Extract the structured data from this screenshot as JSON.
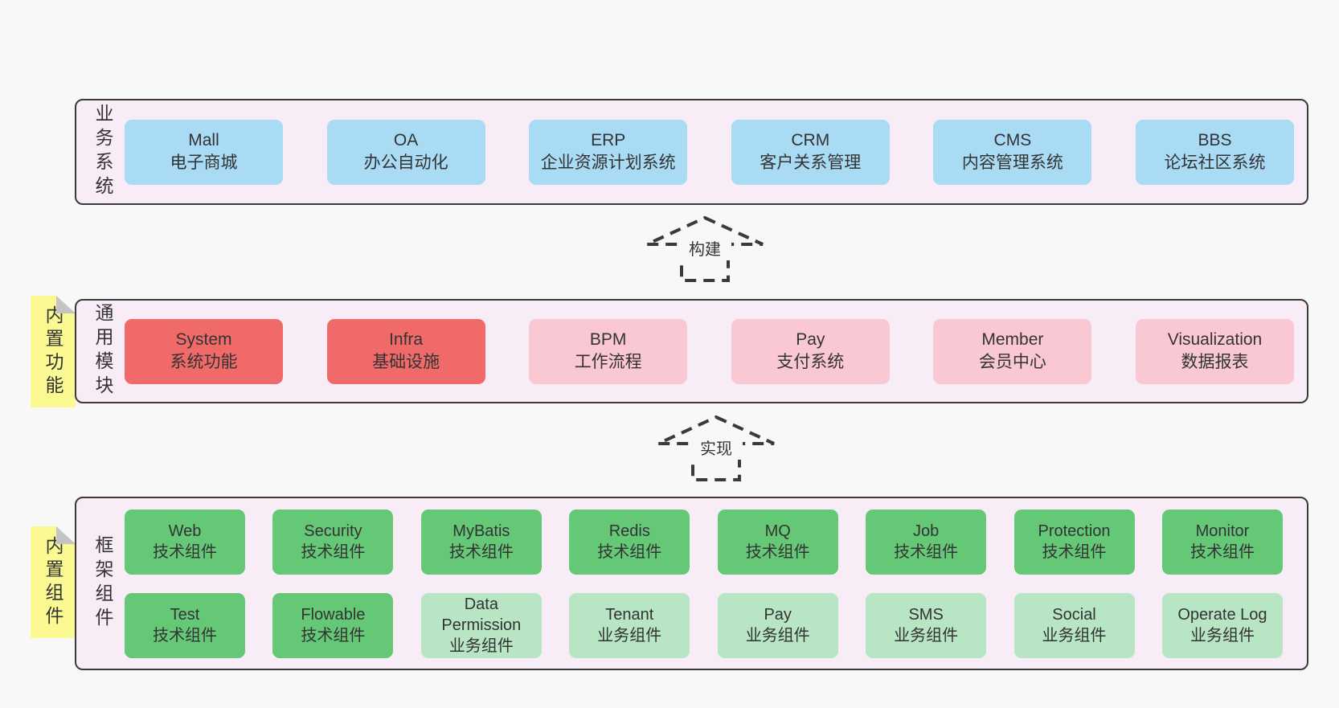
{
  "palette": {
    "page_bg": "#f8f8f8",
    "container_bg": "#f8edf7",
    "container_border": "#3a3a3a",
    "text": "#333333",
    "sticky_bg": "#fbf992",
    "sticky_fold": "#c4c4c4",
    "box_blue": "#a9dbf5",
    "box_red": "#f16a6a",
    "box_pink": "#fac8d3",
    "box_green": "#64c877",
    "box_light_green": "#b8e5c3",
    "arrow_stroke": "#3a3a3a"
  },
  "arrows": [
    {
      "label": "构建"
    },
    {
      "label": "实现"
    }
  ],
  "sections": {
    "business": {
      "side_label": "业务系统",
      "rows": [
        [
          {
            "title": "Mall",
            "subtitle": "电子商城",
            "variant": "blue"
          },
          {
            "title": "OA",
            "subtitle": "办公自动化",
            "variant": "blue"
          },
          {
            "title": "ERP",
            "subtitle": "企业资源计划系统",
            "variant": "blue"
          },
          {
            "title": "CRM",
            "subtitle": "客户关系管理",
            "variant": "blue"
          },
          {
            "title": "CMS",
            "subtitle": "内容管理系统",
            "variant": "blue"
          },
          {
            "title": "BBS",
            "subtitle": "论坛社区系统",
            "variant": "blue"
          }
        ]
      ]
    },
    "modules": {
      "sticky_label": "内置功能",
      "side_label": "通用模块",
      "rows": [
        [
          {
            "title": "System",
            "subtitle": "系统功能",
            "variant": "red"
          },
          {
            "title": "Infra",
            "subtitle": "基础设施",
            "variant": "red"
          },
          {
            "title": "BPM",
            "subtitle": "工作流程",
            "variant": "pink"
          },
          {
            "title": "Pay",
            "subtitle": "支付系统",
            "variant": "pink"
          },
          {
            "title": "Member",
            "subtitle": "会员中心",
            "variant": "pink"
          },
          {
            "title": "Visualization",
            "subtitle": "数据报表",
            "variant": "pink"
          }
        ]
      ]
    },
    "framework": {
      "sticky_label": "内置组件",
      "side_label": "框架组件",
      "rows": [
        [
          {
            "title": "Web",
            "subtitle": "技术组件",
            "variant": "green"
          },
          {
            "title": "Security",
            "subtitle": "技术组件",
            "variant": "green"
          },
          {
            "title": "MyBatis",
            "subtitle": "技术组件",
            "variant": "green"
          },
          {
            "title": "Redis",
            "subtitle": "技术组件",
            "variant": "green"
          },
          {
            "title": "MQ",
            "subtitle": "技术组件",
            "variant": "green"
          },
          {
            "title": "Job",
            "subtitle": "技术组件",
            "variant": "green"
          },
          {
            "title": "Protection",
            "subtitle": "技术组件",
            "variant": "green"
          },
          {
            "title": "Monitor",
            "subtitle": "技术组件",
            "variant": "green"
          }
        ],
        [
          {
            "title": "Test",
            "subtitle": "技术组件",
            "variant": "green"
          },
          {
            "title": "Flowable",
            "subtitle": "技术组件",
            "variant": "green"
          },
          {
            "title": "Data Permission",
            "subtitle": "业务组件",
            "variant": "lightgreen"
          },
          {
            "title": "Tenant",
            "subtitle": "业务组件",
            "variant": "lightgreen"
          },
          {
            "title": "Pay",
            "subtitle": "业务组件",
            "variant": "lightgreen"
          },
          {
            "title": "SMS",
            "subtitle": "业务组件",
            "variant": "lightgreen"
          },
          {
            "title": "Social",
            "subtitle": "业务组件",
            "variant": "lightgreen"
          },
          {
            "title": "Operate Log",
            "subtitle": "业务组件",
            "variant": "lightgreen"
          }
        ]
      ]
    }
  }
}
